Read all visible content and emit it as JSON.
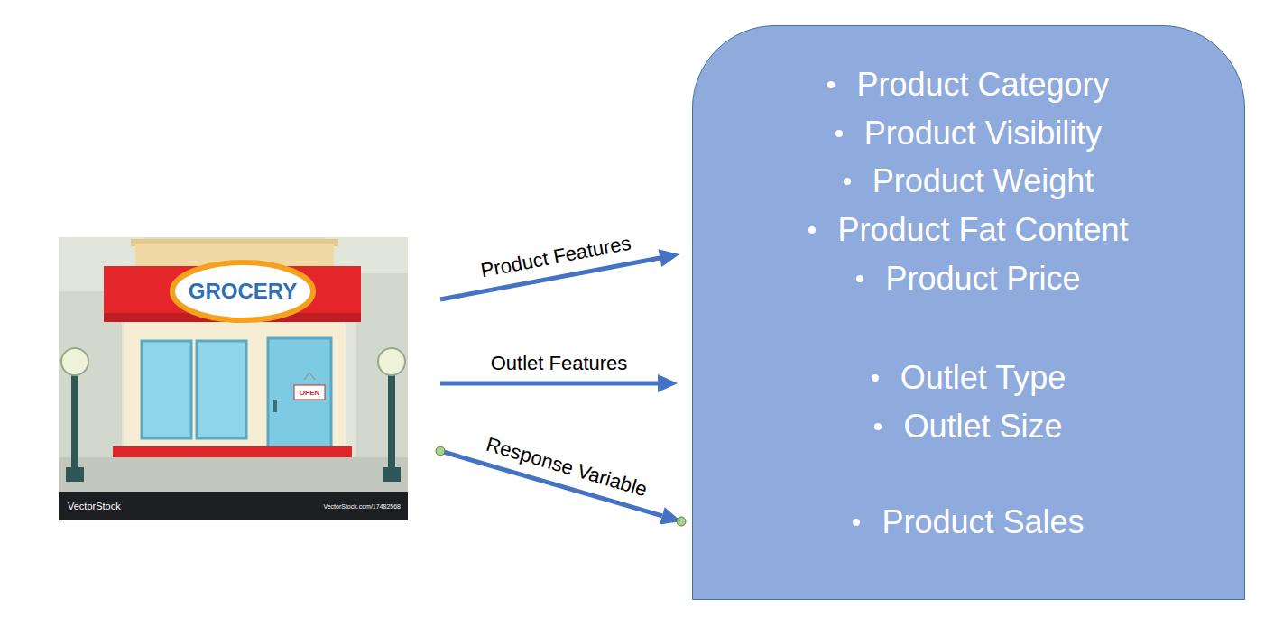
{
  "diagram": {
    "nodes": [
      {
        "text": [
          "GROCERY",
          "OPEN",
          "VectorStock",
          "VectorStock.com/17482568"
        ]
      },
      {
        "text": [
          "Product Category",
          "Product Visibility",
          "Product Weight",
          "Product Fat Content",
          "Product Price",
          "Outlet Type",
          "Outlet Size",
          "Product Sales"
        ]
      }
    ],
    "edges": [
      {
        "from": 0,
        "to": 1,
        "arrow": "to",
        "label": "Product Features"
      },
      {
        "from": 0,
        "to": 1,
        "arrow": "to",
        "label": "Outlet Features"
      },
      {
        "from": 0,
        "to": 1,
        "arrow": "to",
        "label": "Response Variable"
      }
    ]
  }
}
